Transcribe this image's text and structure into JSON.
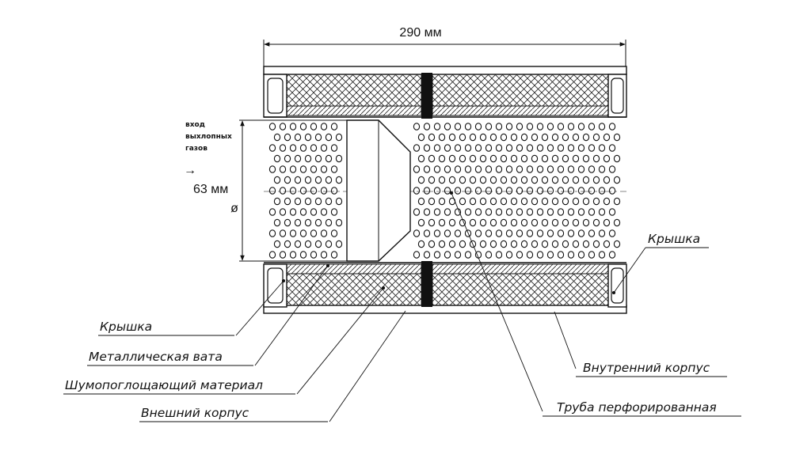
{
  "diagram": {
    "dimension_length": "290 мм",
    "inlet_label_lines": [
      "вход",
      "выхлопных",
      "газов"
    ],
    "inlet_arrow": "→",
    "diameter_label": "63 мм",
    "diameter_symbol": "ø",
    "callouts": {
      "cover_left": "Крышка",
      "metal_wool": "Металлическая вата",
      "sound_absorbing": "Шумопоглощающий материал",
      "outer_shell": "Внешний корпус",
      "cover_right": "Крышка",
      "inner_shell": "Внутренний корпус",
      "perforated_pipe": "Труба перфорированная"
    }
  }
}
